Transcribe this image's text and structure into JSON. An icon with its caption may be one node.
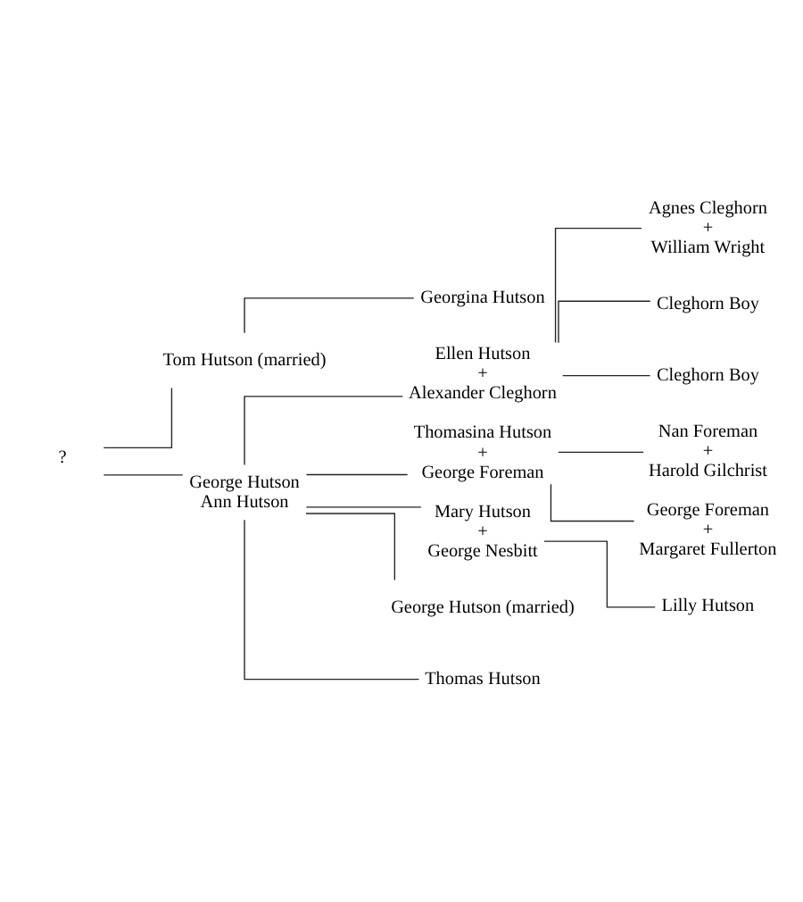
{
  "diagram": {
    "nodes": [
      {
        "text": [
          "?"
        ]
      },
      {
        "text": [
          "Tom Hutson (married)"
        ]
      },
      {
        "text": [
          "George Hutson",
          "Ann Hutson"
        ]
      },
      {
        "text": [
          "Georgina Hutson"
        ]
      },
      {
        "text": [
          "Ellen Hutson",
          "+",
          "Alexander Cleghorn"
        ]
      },
      {
        "text": [
          "Thomasina Hutson",
          "+",
          "George Foreman"
        ]
      },
      {
        "text": [
          "Mary Hutson",
          "+",
          "George Nesbitt"
        ]
      },
      {
        "text": [
          "George Hutson (married)"
        ]
      },
      {
        "text": [
          "Thomas Hutson"
        ]
      },
      {
        "text": [
          "Agnes Cleghorn",
          "+",
          "William Wright"
        ]
      },
      {
        "text": [
          "Cleghorn Boy"
        ]
      },
      {
        "text": [
          "Cleghorn Boy"
        ]
      },
      {
        "text": [
          "Nan Foreman",
          "+",
          "Harold Gilchrist"
        ]
      },
      {
        "text": [
          "George Foreman",
          "+",
          "Margaret Fullerton"
        ]
      },
      {
        "text": [
          "Lilly Hutson"
        ]
      }
    ],
    "edges": [
      {
        "from": 0,
        "to": 1,
        "arrow": "none"
      },
      {
        "from": 0,
        "to": 2,
        "arrow": "none"
      },
      {
        "from": 1,
        "to": 3,
        "arrow": "none"
      },
      {
        "from": 2,
        "to": 4,
        "arrow": "none"
      },
      {
        "from": 2,
        "to": 5,
        "arrow": "none"
      },
      {
        "from": 2,
        "to": 6,
        "arrow": "none"
      },
      {
        "from": 2,
        "to": 7,
        "arrow": "none"
      },
      {
        "from": 2,
        "to": 8,
        "arrow": "none"
      },
      {
        "from": 4,
        "to": 9,
        "arrow": "none"
      },
      {
        "from": 4,
        "to": 10,
        "arrow": "none"
      },
      {
        "from": 4,
        "to": 11,
        "arrow": "none"
      },
      {
        "from": 5,
        "to": 12,
        "arrow": "none"
      },
      {
        "from": 5,
        "to": 13,
        "arrow": "none"
      },
      {
        "from": 6,
        "to": 14,
        "arrow": "none"
      }
    ]
  }
}
